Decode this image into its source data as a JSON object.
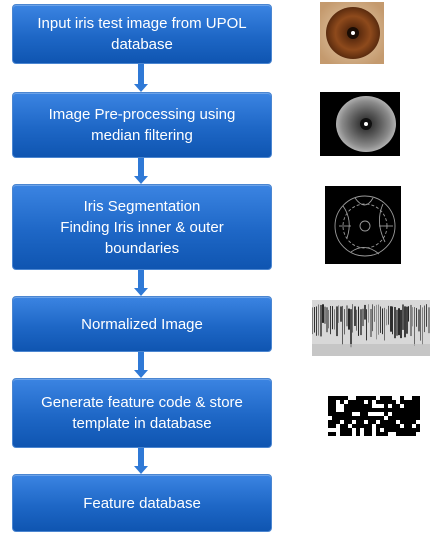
{
  "steps": [
    {
      "label": "Input iris test image from UPOL\ndatabase"
    },
    {
      "label": "Image Pre-processing using\nmedian filtering"
    },
    {
      "label": "Iris Segmentation\nFinding Iris inner & outer\nboundaries"
    },
    {
      "label": "Normalized Image"
    },
    {
      "label": "Generate feature code & store\ntemplate in database"
    },
    {
      "label": "Feature database"
    }
  ],
  "thumbnails": [
    {
      "icon": "color-iris-image"
    },
    {
      "icon": "grayscale-iris-image"
    },
    {
      "icon": "segmented-iris-edge-image"
    },
    {
      "icon": "normalized-iris-strip-image"
    },
    {
      "icon": "binary-feature-code-image"
    }
  ],
  "colors": {
    "box_fill_top": "#3b84e2",
    "box_fill_bottom": "#0f55b1",
    "box_border": "#4b86d1",
    "arrow": "#2f79d6",
    "text": "#ffffff"
  }
}
